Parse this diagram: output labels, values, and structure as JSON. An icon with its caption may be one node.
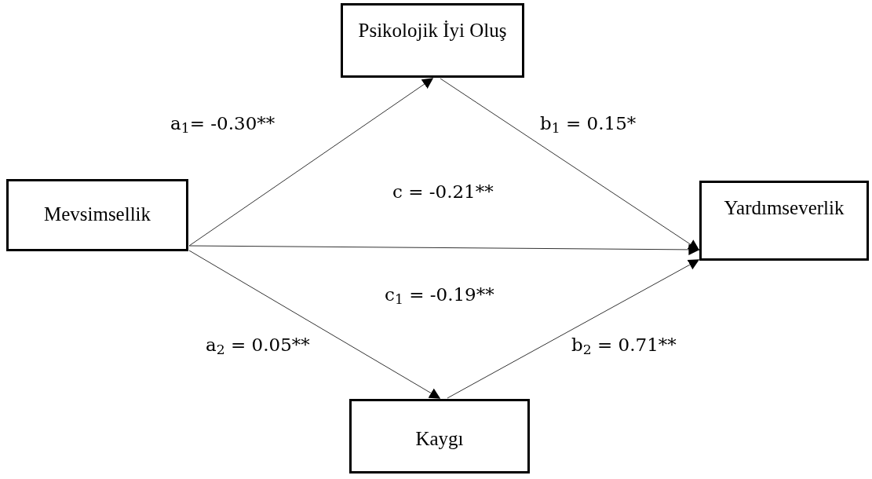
{
  "diagram": {
    "nodes": [
      {
        "text": [
          "Mevsimsellik"
        ]
      },
      {
        "text": [
          "Psikolojik İyi Oluş"
        ]
      },
      {
        "text": [
          "Kaygı"
        ]
      },
      {
        "text": [
          "Yardımseverlik"
        ]
      }
    ],
    "edges": [
      {
        "from": 0,
        "to": 1,
        "arrow": "to"
      },
      {
        "from": 1,
        "to": 3,
        "arrow": "to"
      },
      {
        "from": 0,
        "to": 3,
        "arrow": "to"
      },
      {
        "from": 0,
        "to": 2,
        "arrow": "to"
      },
      {
        "from": 2,
        "to": 3,
        "arrow": "to"
      }
    ],
    "labels": [
      "a$_{1}$= -0.30**",
      "b$_{1}$ = 0.15*",
      "c = -0.21**",
      "c$_{1}$ = -0.19**",
      "a$_{2}$ = 0.05**",
      "b$_{2}$ = 0.71**"
    ]
  }
}
